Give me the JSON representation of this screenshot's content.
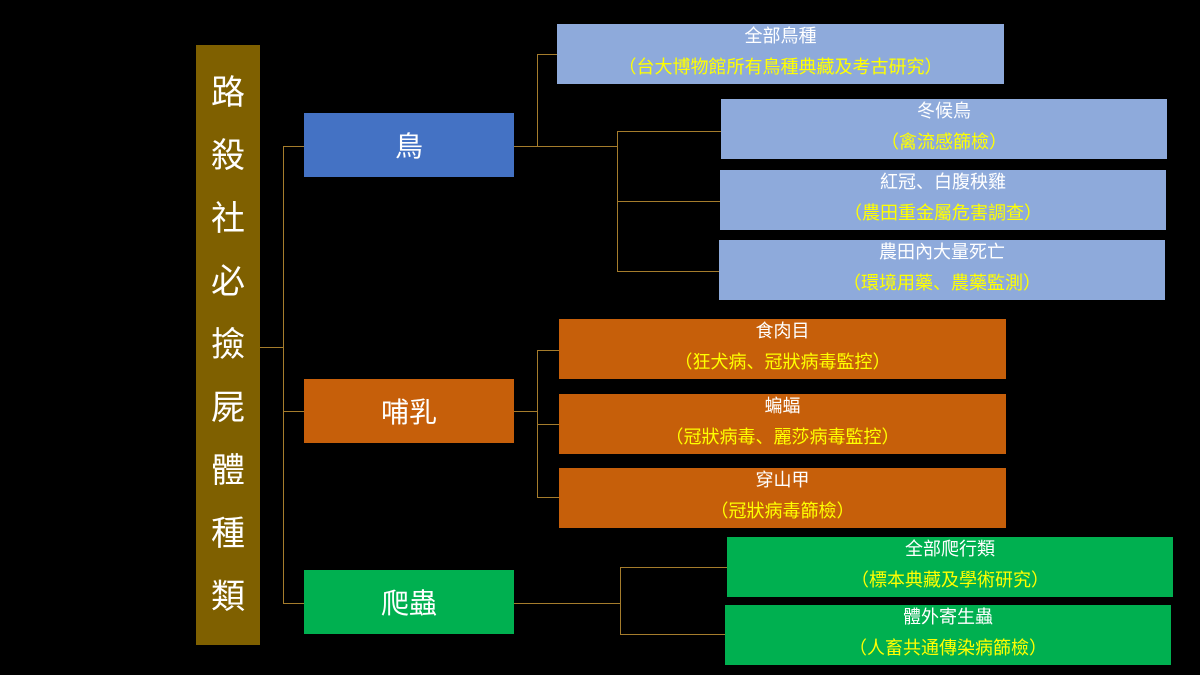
{
  "root": {
    "label": "路殺社必撿屍體種類",
    "chars": [
      "路",
      "殺",
      "社",
      "必",
      "撿",
      "屍",
      "體",
      "種",
      "類"
    ]
  },
  "categories": [
    {
      "label": "鳥",
      "color": "#4472c4",
      "items": [
        {
          "title": "全部鳥種",
          "note": "（台大博物館所有鳥種典藏及考古研究）"
        },
        {
          "title": "冬候鳥",
          "note": "（禽流感篩檢）"
        },
        {
          "title": "紅冠、白腹秧雞",
          "note": "（農田重金屬危害調查）"
        },
        {
          "title": "農田內大量死亡",
          "note": "（環境用藥、農藥監測）"
        }
      ]
    },
    {
      "label": "哺乳",
      "color": "#c65f0a",
      "items": [
        {
          "title": "食肉目",
          "note": "（狂犬病、冠狀病毒監控）"
        },
        {
          "title": "蝙蝠",
          "note": "（冠狀病毒、麗莎病毒監控）"
        },
        {
          "title": "穿山甲",
          "note": "（冠狀病毒篩檢）"
        }
      ]
    },
    {
      "label": "爬蟲",
      "color": "#00b050",
      "items": [
        {
          "title": "全部爬行類",
          "note": "（標本典藏及學術研究）"
        },
        {
          "title": "體外寄生蟲",
          "note": "（人畜共通傳染病篩檢）"
        }
      ]
    }
  ]
}
